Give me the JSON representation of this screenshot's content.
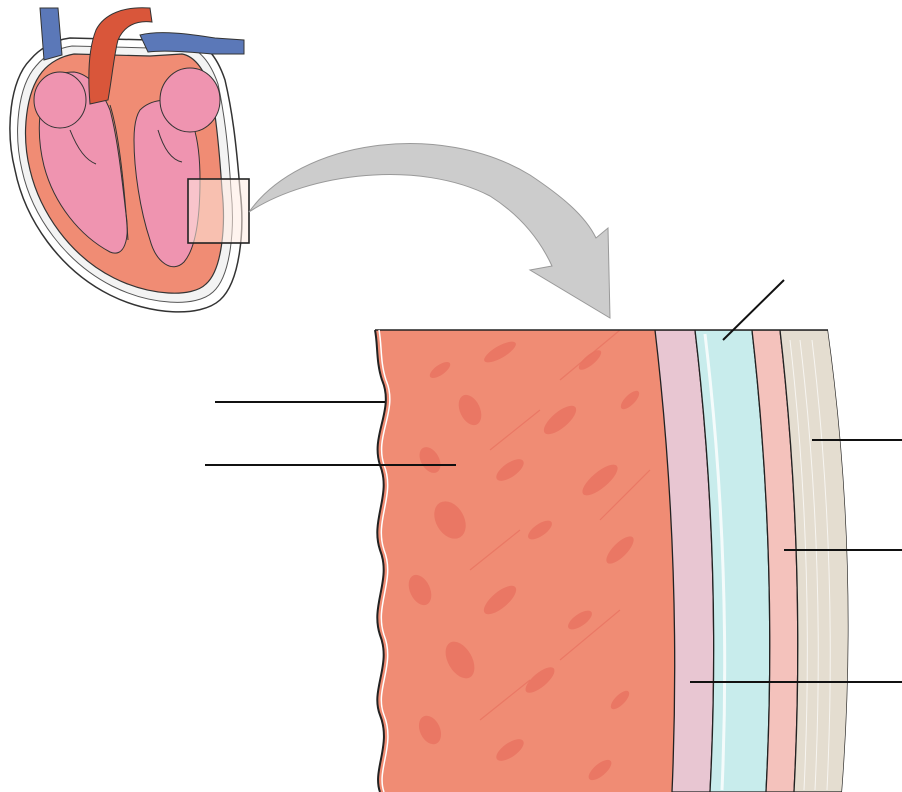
{
  "diagram": {
    "type": "heart-wall-layers",
    "colors": {
      "myocardium": "#f08c74",
      "muscle_streak": "#e97462",
      "chamber": "#ef94b0",
      "aorta": "#d9563a",
      "vein": "#5b78b8",
      "layer_pink": "#e8c6d2",
      "layer_cyan": "#c8ecec",
      "layer_rose": "#f4c2bc",
      "layer_tan": "#e4ddd0",
      "arrow": "#cccccc",
      "line": "#1a1a1a"
    },
    "icons": {
      "heart": "heart-icon",
      "zoom_box": "magnify-box-icon",
      "arrow": "curved-arrow-icon"
    },
    "labels": [
      {
        "id": "endocardium-surface",
        "text": ""
      },
      {
        "id": "myocardium",
        "text": ""
      },
      {
        "id": "pericardial-cavity",
        "text": ""
      },
      {
        "id": "fibrous-layer",
        "text": ""
      },
      {
        "id": "parietal-layer",
        "text": ""
      },
      {
        "id": "epicardium",
        "text": ""
      }
    ]
  }
}
